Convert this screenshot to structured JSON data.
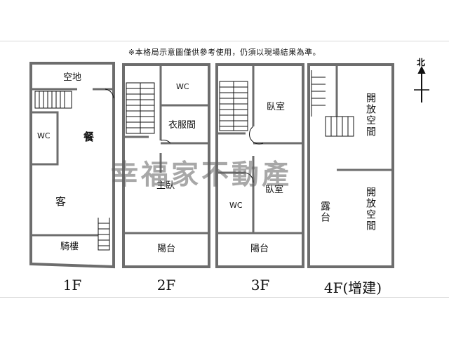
{
  "note": "※本格局示意圖僅供參考使用，仍須以現場結果為準。",
  "watermark": "幸福家不動產",
  "compass": {
    "label": "北"
  },
  "floors": {
    "f1": {
      "label": "1F",
      "rooms": {
        "yard": "空地",
        "wc": "WC",
        "dining": "餐",
        "living": "客",
        "arcade": "騎樓"
      }
    },
    "f2": {
      "label": "2F",
      "rooms": {
        "wc": "WC",
        "closet": "衣服間",
        "master": "主臥",
        "balcony": "陽台"
      }
    },
    "f3": {
      "label": "3F",
      "rooms": {
        "bedroom_top": "臥室",
        "bedroom_bottom": "臥室",
        "wc": "WC",
        "balcony": "陽台"
      }
    },
    "f4": {
      "label": "4F(增建)",
      "rooms": {
        "open_top": "開放空間",
        "terrace": "露台",
        "open_bottom": "開放空間"
      }
    }
  },
  "colors": {
    "wall": "#6d6d6d",
    "line": "#111111",
    "watermark": "#606060"
  }
}
